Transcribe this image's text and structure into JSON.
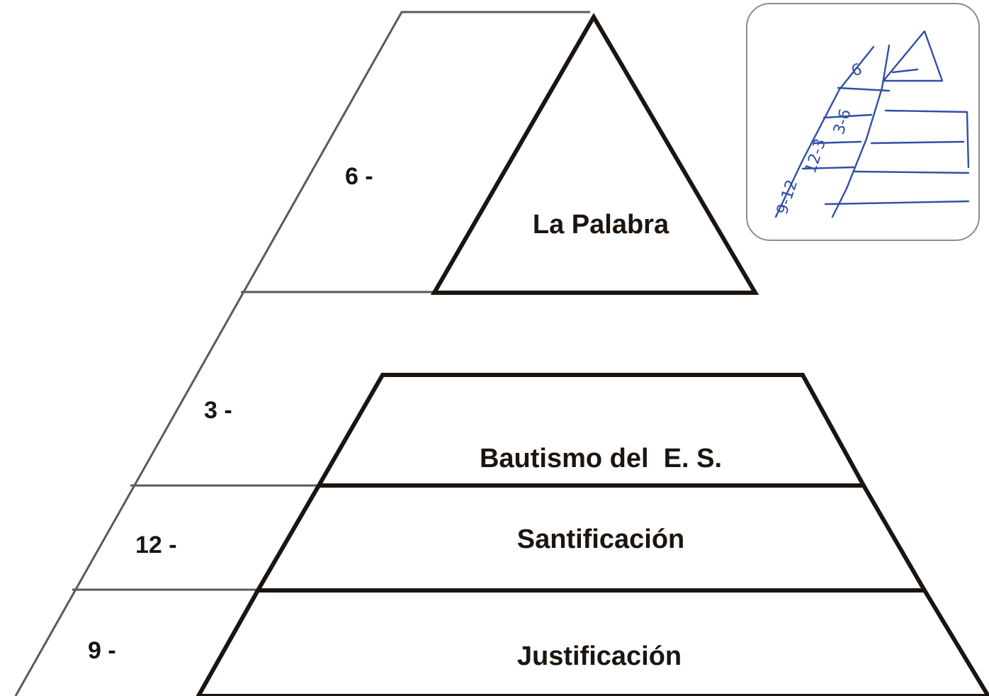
{
  "diagram": {
    "tiers": [
      {
        "name": "La Palabra",
        "number": "6 -"
      },
      {
        "name": "Bautismo del  E. S.",
        "number": "3 -"
      },
      {
        "name": "Santificación",
        "number": "12 -"
      },
      {
        "name": "Justificación",
        "number": "9 -"
      }
    ]
  },
  "sketch": {
    "description_icon": "handwritten-sketch-image",
    "ink_color": "#2f4fa8",
    "texts": [
      "6",
      "3-6",
      "12-3",
      "9-12"
    ]
  },
  "colors": {
    "inner_stroke": "#1c140f",
    "outer_stroke": "#5a5a5a",
    "background": "#ffffff"
  }
}
